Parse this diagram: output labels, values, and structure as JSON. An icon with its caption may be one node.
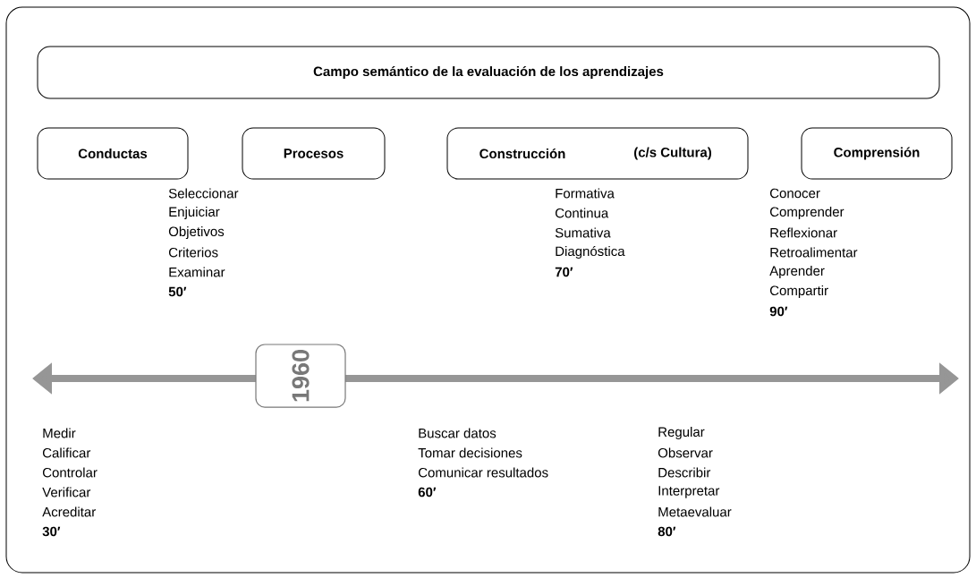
{
  "diagram": {
    "title": "Campo semántico de la evaluación de los aprendizajes",
    "nodes": [
      {
        "text": [
          "Conductas"
        ]
      },
      {
        "text": [
          "Procesos"
        ]
      },
      {
        "text": [
          "Construcción",
          "(c/s Cultura)"
        ]
      },
      {
        "text": [
          "Comprensión"
        ]
      },
      {
        "text": [
          "1960"
        ]
      }
    ],
    "labels": [
      "Seleccionar",
      "Enjuiciar",
      "Objetivos",
      "Criterios",
      "Examinar",
      "50′",
      "Formativa",
      "Continua",
      "Sumativa",
      "Diagnóstica",
      "70′",
      "Conocer",
      "Comprender",
      "Reflexionar",
      "Retroalimentar",
      "Aprender",
      "Compartir",
      "90′",
      "Medir",
      "Calificar",
      "Controlar",
      "Verificar",
      "Acreditar",
      "30′",
      "Buscar datos",
      "Tomar decisiones",
      "Comunicar resultados",
      "60′",
      "Regular",
      "Observar",
      "Describir",
      "Interpretar",
      "Metaevaluar",
      "80′"
    ]
  }
}
